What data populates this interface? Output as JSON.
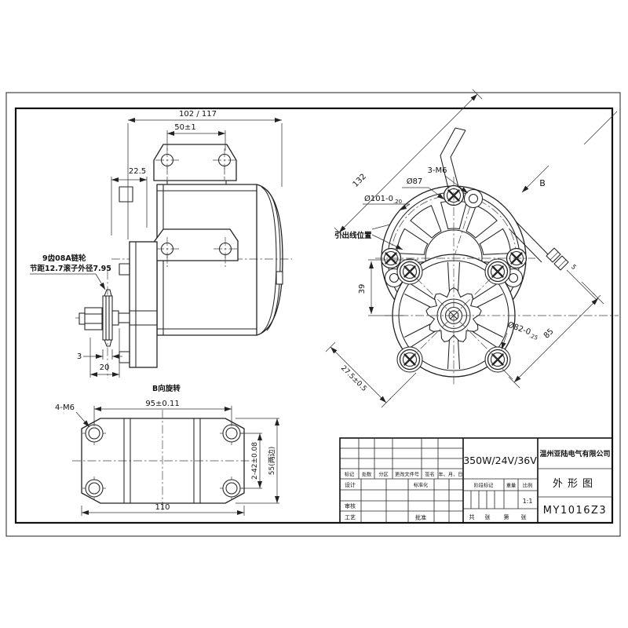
{
  "drawing": {
    "side_view": {
      "dim_overall": "102 / 117",
      "dim_hole_spacing": "50±1",
      "dim_bracket": "22.5",
      "note_line1": "9齿08A链轮",
      "note_line2": "节距12.7滚子外径7.95",
      "dim_3": "3",
      "dim_20": "20",
      "note_rotation": "B向旋转"
    },
    "front_view": {
      "dim_132": "132",
      "dia101_main": "Ø101-0",
      "dia101_sub": ".20",
      "dia_87": "Ø87",
      "label_3m6": "3-M6",
      "label_lead_wire": "引出线位置",
      "dim_39": "39",
      "dim_27_5": "27.5±0.5",
      "dia82_main": "Ø82-0",
      "dia82_sub": ".25",
      "dim_85": "85",
      "dim_5": "5",
      "view_b": "B"
    },
    "bottom_view": {
      "label_4m6": "4-M6",
      "dim_95": "95±0.11",
      "dim_110": "110",
      "dim_42": "2-42±0.08",
      "dim_55": "55(两边)"
    }
  },
  "title_block": {
    "spec": "350W/24V/36V",
    "company": "温州亚陆电气有限公司",
    "drawing_title": "外形图",
    "part_number": "MY1016Z3",
    "scale_value": "1:1",
    "labels": {
      "mark": "标记",
      "count": "处数",
      "zone": "分区",
      "change_doc": "更改文件号",
      "sign": "签名",
      "date": "年、月、日",
      "design": "设计",
      "standardize": "标准化",
      "check": "审核",
      "process": "工艺",
      "approve": "批准",
      "stage_mark": "阶段标记",
      "weight": "重量",
      "scale": "比例",
      "sheet_total_prefix": "共",
      "sheet_total_unit": "张",
      "sheet_no_prefix": "第",
      "sheet_no_unit": "张"
    }
  }
}
